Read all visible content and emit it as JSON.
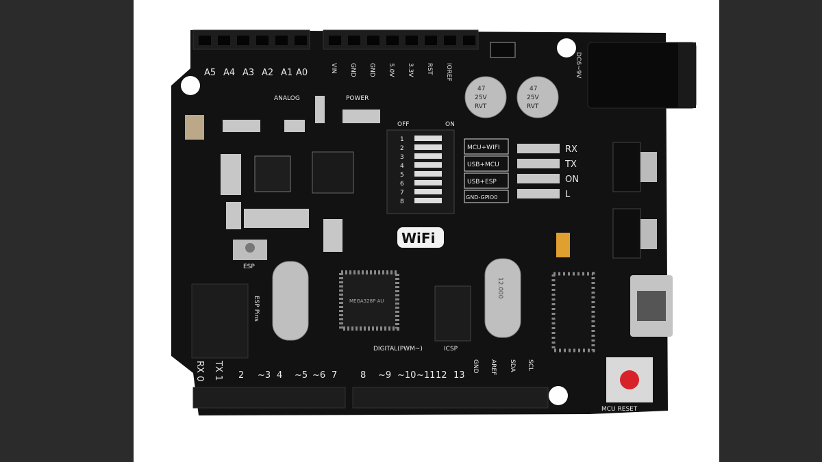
{
  "board": {
    "analog_pins": [
      "A5",
      "A4",
      "A3",
      "A2",
      "A1",
      "A0"
    ],
    "analog_label": "ANALOG",
    "power_pins": [
      "VIN",
      "GND",
      "GND",
      "5.0V",
      "3.3V",
      "RST",
      "IOREF"
    ],
    "power_label": "POWER",
    "dc_label": "DC6~9V",
    "capacitor_text": [
      "47",
      "25V",
      "RVT"
    ],
    "dip_off": "OFF",
    "dip_on": "ON",
    "dip_numbers": [
      "1",
      "2",
      "3",
      "4",
      "5",
      "6",
      "7",
      "8"
    ],
    "mode_labels": [
      "MCU+WIFI",
      "USB+MCU",
      "USB+ESP",
      "GND-GPIO0"
    ],
    "led_labels": [
      "RX",
      "TX",
      "ON",
      "L"
    ],
    "wifi_logo": "WiFi",
    "mcu_chip": "MEGA328P AU",
    "crystal": "12.000",
    "esp_pins_label": "ESP Pins",
    "icsp_label": "ICSP",
    "digital_label": "DIGITAL(PWM~)",
    "digital_pins": [
      "RX 0",
      "TX 1",
      "2",
      "~3",
      "4",
      "~5",
      "~6",
      "7",
      "8",
      "~9",
      "~10",
      "~11",
      "12",
      "13",
      "GND",
      "AREF",
      "SDA",
      "SCL"
    ],
    "reset_label": "MCU RESET",
    "esp_reset_label": "ESP",
    "colors": {
      "board": "#121212",
      "silkscreen": "#e8e8e8",
      "button": "#d8222a",
      "metal": "#b8b8b8"
    }
  }
}
